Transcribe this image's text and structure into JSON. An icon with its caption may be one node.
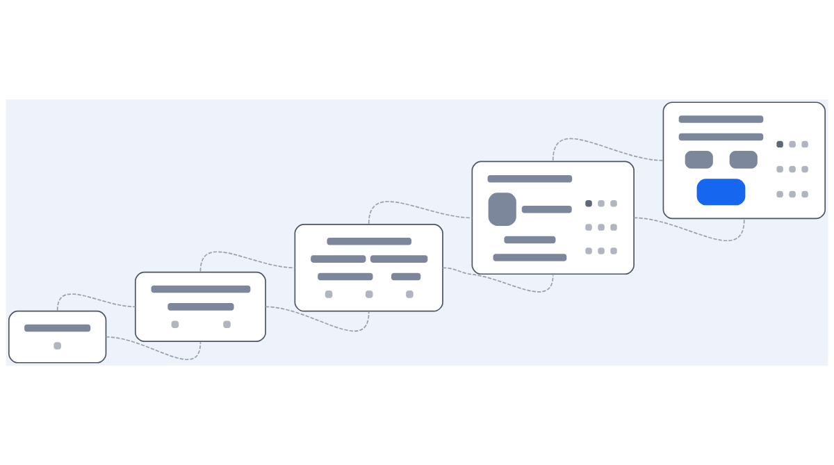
{
  "diagram": {
    "nodes": [
      {
        "text": [],
        "shape": "box"
      },
      {
        "text": [],
        "shape": "box"
      },
      {
        "text": [],
        "shape": "box"
      },
      {
        "text": [],
        "shape": "box"
      },
      {
        "text": [],
        "shape": "box"
      }
    ],
    "edges": [
      {
        "from": 0,
        "to": 1,
        "arrow": "none",
        "style": "dashed"
      },
      {
        "from": 0,
        "to": 1,
        "arrow": "none",
        "style": "dashed"
      },
      {
        "from": 1,
        "to": 2,
        "arrow": "none",
        "style": "dashed"
      },
      {
        "from": 1,
        "to": 2,
        "arrow": "none",
        "style": "dashed"
      },
      {
        "from": 2,
        "to": 3,
        "arrow": "none",
        "style": "dashed"
      },
      {
        "from": 2,
        "to": 3,
        "arrow": "none",
        "style": "dashed"
      },
      {
        "from": 3,
        "to": 4,
        "arrow": "none",
        "style": "dashed"
      },
      {
        "from": 3,
        "to": 4,
        "arrow": "none",
        "style": "dashed"
      }
    ]
  }
}
